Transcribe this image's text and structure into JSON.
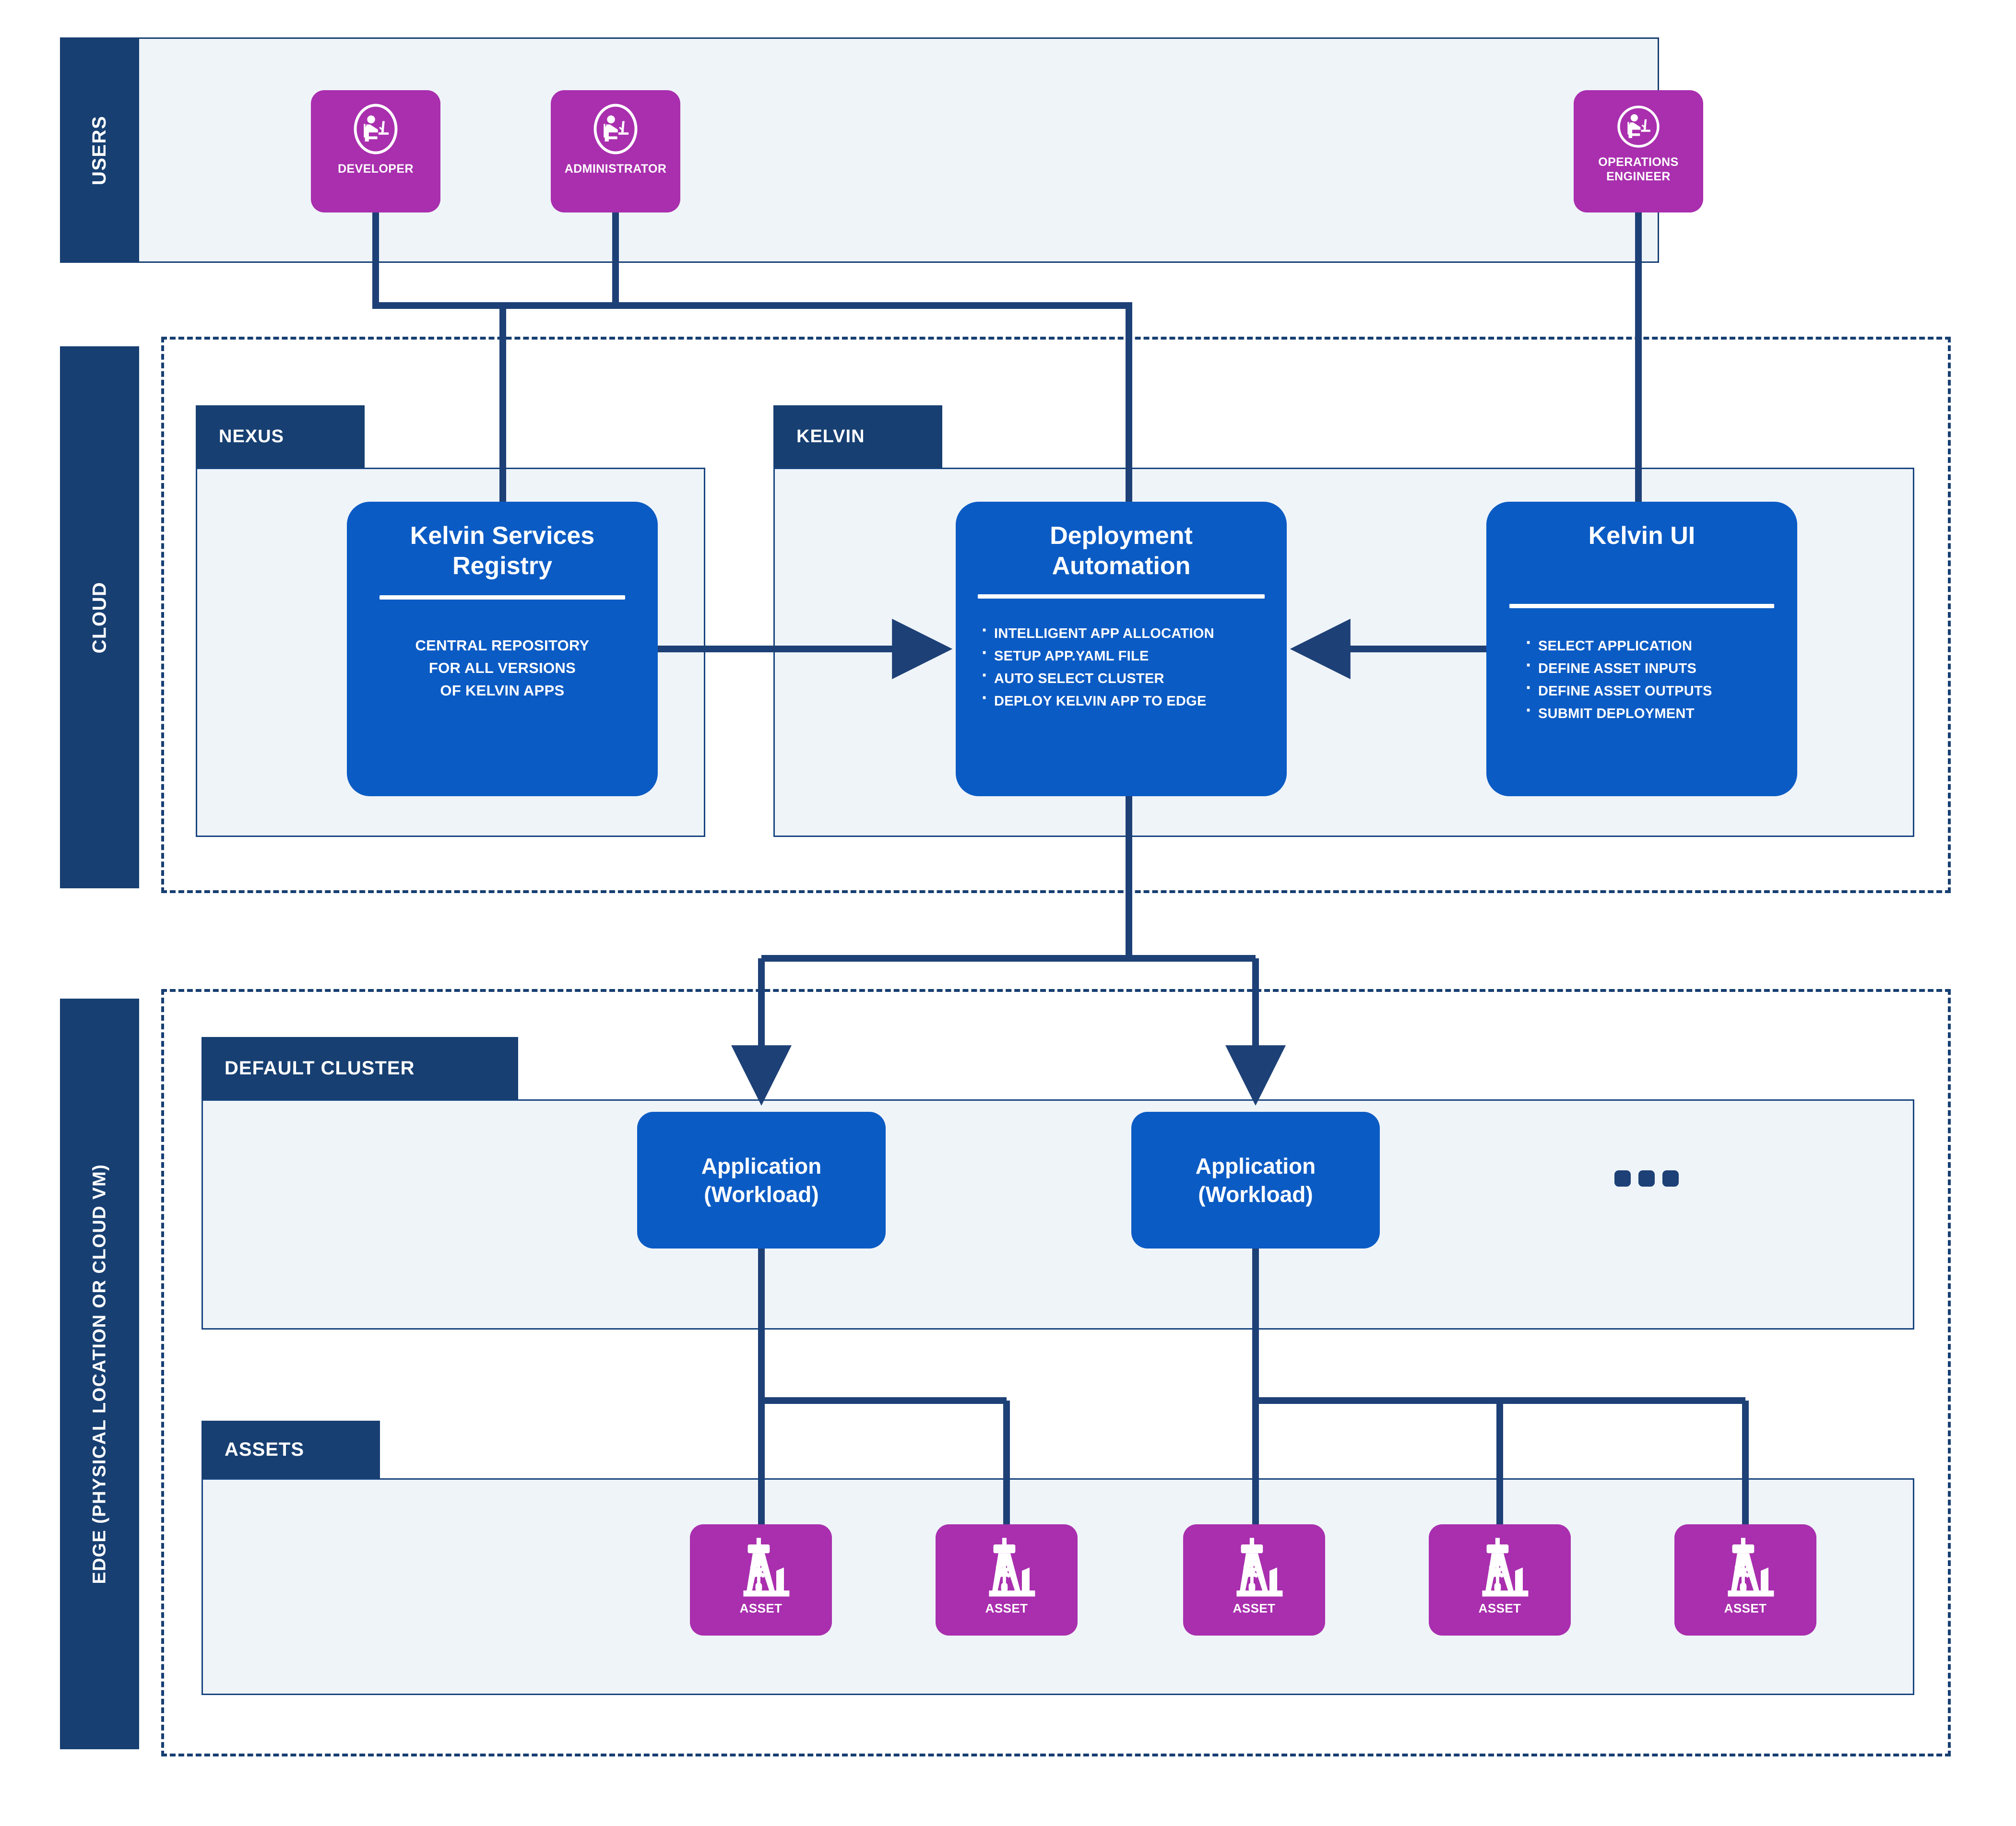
{
  "lanes": [
    {
      "id": "users",
      "label": "USERS"
    },
    {
      "id": "cloud",
      "label": "CLOUD"
    },
    {
      "id": "edge",
      "label": "EDGE  (PHYSICAL LOCATION OR CLOUD VM)"
    }
  ],
  "users": {
    "actors": [
      {
        "label": "DEVELOPER",
        "icon": "person-at-desk-icon"
      },
      {
        "label": "ADMINISTRATOR",
        "icon": "person-at-desk-icon"
      },
      {
        "label": "OPERATIONS\nENGINEER",
        "icon": "person-at-desk-icon"
      }
    ]
  },
  "cloud": {
    "groups": [
      {
        "id": "nexus",
        "label": "NEXUS"
      },
      {
        "id": "kelvin",
        "label": "KELVIN"
      }
    ],
    "cards": [
      {
        "id": "kelvin-services-registry",
        "title": "Kelvin Services\nRegistry",
        "body_kind": "paragraph",
        "paragraph": "CENTRAL REPOSITORY\nFOR ALL VERSIONS\nOF KELVIN APPS",
        "bullets": []
      },
      {
        "id": "deployment-automation",
        "title": "Deployment\nAutomation",
        "body_kind": "bullets",
        "paragraph": "",
        "bullets": [
          "INTELLIGENT APP ALLOCATION",
          "SETUP APP.YAML FILE",
          "AUTO SELECT CLUSTER",
          "DEPLOY KELVIN APP TO EDGE"
        ]
      },
      {
        "id": "kelvin-ui",
        "title": "Kelvin UI",
        "body_kind": "bullets",
        "paragraph": "",
        "bullets": [
          "SELECT APPLICATION",
          "DEFINE ASSET INPUTS",
          "DEFINE ASSET OUTPUTS",
          "SUBMIT DEPLOYMENT"
        ]
      }
    ]
  },
  "edge": {
    "cluster": {
      "label": "DEFAULT CLUSTER",
      "applications": [
        {
          "label": "Application\n(Workload)"
        },
        {
          "label": "Application\n(Workload)"
        }
      ],
      "more_indicator": "•••"
    },
    "assets_group": {
      "label": "ASSETS",
      "assets": [
        {
          "label": "ASSET",
          "icon": "oil-derrick-icon"
        },
        {
          "label": "ASSET",
          "icon": "oil-derrick-icon"
        },
        {
          "label": "ASSET",
          "icon": "oil-derrick-icon"
        },
        {
          "label": "ASSET",
          "icon": "oil-derrick-icon"
        },
        {
          "label": "ASSET",
          "icon": "oil-derrick-icon"
        }
      ]
    }
  },
  "colors": {
    "navy": "#173F72",
    "connector": "#1D4076",
    "panel_fill": "#EFF4F9",
    "card_blue": "#0B5BC4",
    "chip_purple": "#A92FAE",
    "white": "#FFFFFF"
  }
}
